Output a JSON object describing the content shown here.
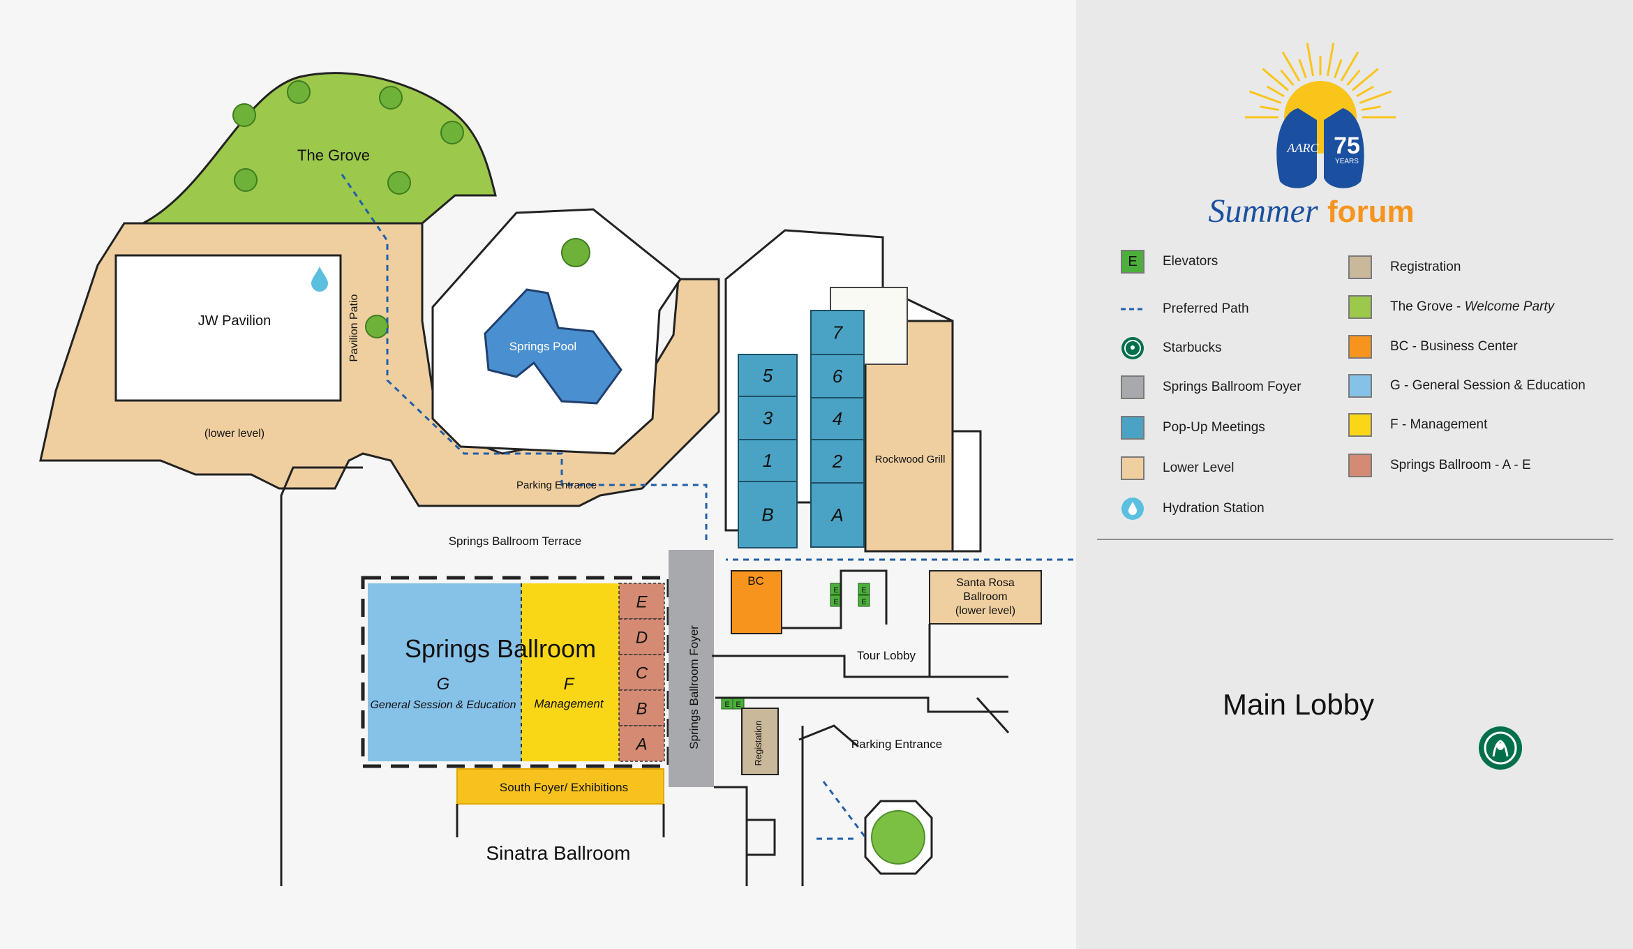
{
  "map": {
    "areas": {
      "the_grove": "The Grove",
      "jw_pavilion": "JW Pavilion",
      "pavilion_patio": "Pavilion Patio",
      "lower_level_note": "(lower level)",
      "springs_pool": "Springs Pool",
      "parking_entrance_top": "Parking Entrance",
      "springs_ballroom_terrace": "Springs Ballroom Terrace",
      "rockwood_grill": "Rockwood Grill",
      "springs_ballroom": "Springs Ballroom",
      "section_g_letter": "G",
      "section_g_name": "General Session & Education",
      "section_f_letter": "F",
      "section_f_name": "Management",
      "ballroom_sections": [
        "E",
        "D",
        "C",
        "B",
        "A"
      ],
      "foyer": "Springs Ballroom Foyer",
      "bc": "BC",
      "elevator_letter": "E",
      "registration": "Registation",
      "santa_rosa": "Santa Rosa Ballroom (lower level)",
      "tour_lobby": "Tour Lobby",
      "parking_entrance_bottom": "Parking Entrance",
      "south_foyer": "South Foyer/ Exhibitions",
      "sinatra_ballroom": "Sinatra Ballroom",
      "main_lobby": "Main Lobby"
    },
    "popup_rooms_left": [
      "5",
      "3",
      "1",
      "B"
    ],
    "popup_rooms_right": [
      "7",
      "6",
      "4",
      "2",
      "A"
    ]
  },
  "brand": {
    "anniversary": "75",
    "years": "YEARS",
    "org_mark": "AARC",
    "title_script": "Summer",
    "title_bold": "forum"
  },
  "legend": {
    "left": [
      {
        "kind": "swatch",
        "label": "Elevators",
        "letter": "E",
        "color": "#4caf3c"
      },
      {
        "kind": "path",
        "label": "Preferred Path",
        "color": "#1f5fa8"
      },
      {
        "kind": "starbucks",
        "label": "Starbucks",
        "color": "#00704a"
      },
      {
        "kind": "swatch",
        "label": "Springs Ballroom Foyer",
        "color": "#a7a9ac"
      },
      {
        "kind": "swatch",
        "label": "Pop-Up Meetings",
        "color": "#4aa3c4"
      },
      {
        "kind": "swatch",
        "label": "Lower Level",
        "color": "#efcfa0"
      },
      {
        "kind": "drop",
        "label": "Hydration Station",
        "color": "#5bc0e0"
      }
    ],
    "right": [
      {
        "label": "Registration",
        "label_suffix": "",
        "color": "#c9b89a"
      },
      {
        "label": "The Grove - ",
        "label_suffix": "Welcome Party",
        "color": "#9cc84b"
      },
      {
        "label": "BC - Business Center",
        "label_suffix": "",
        "color": "#f7941d"
      },
      {
        "label": "G - General Session & Education",
        "label_suffix": "",
        "color": "#86c1e8"
      },
      {
        "label": "F - Management",
        "label_suffix": "",
        "color": "#f9d616"
      },
      {
        "label": "Springs Ballroom - A - E",
        "label_suffix": "",
        "color": "#d48a73"
      }
    ]
  },
  "colors": {
    "lower_level": "#efcfa0",
    "grove": "#9cc84b",
    "popup": "#4aa3c4",
    "foyer": "#a7a9ac",
    "session_g": "#86c1e8",
    "management_f": "#f9d616",
    "sections_ae": "#d48a73",
    "bc": "#f7941d",
    "registration": "#c9b89a",
    "south_foyer": "#f7c21e",
    "path": "#1f5fa8",
    "brand_blue": "#1b4fa0",
    "brand_orange": "#f7941d",
    "sun": "#f9c51b"
  }
}
